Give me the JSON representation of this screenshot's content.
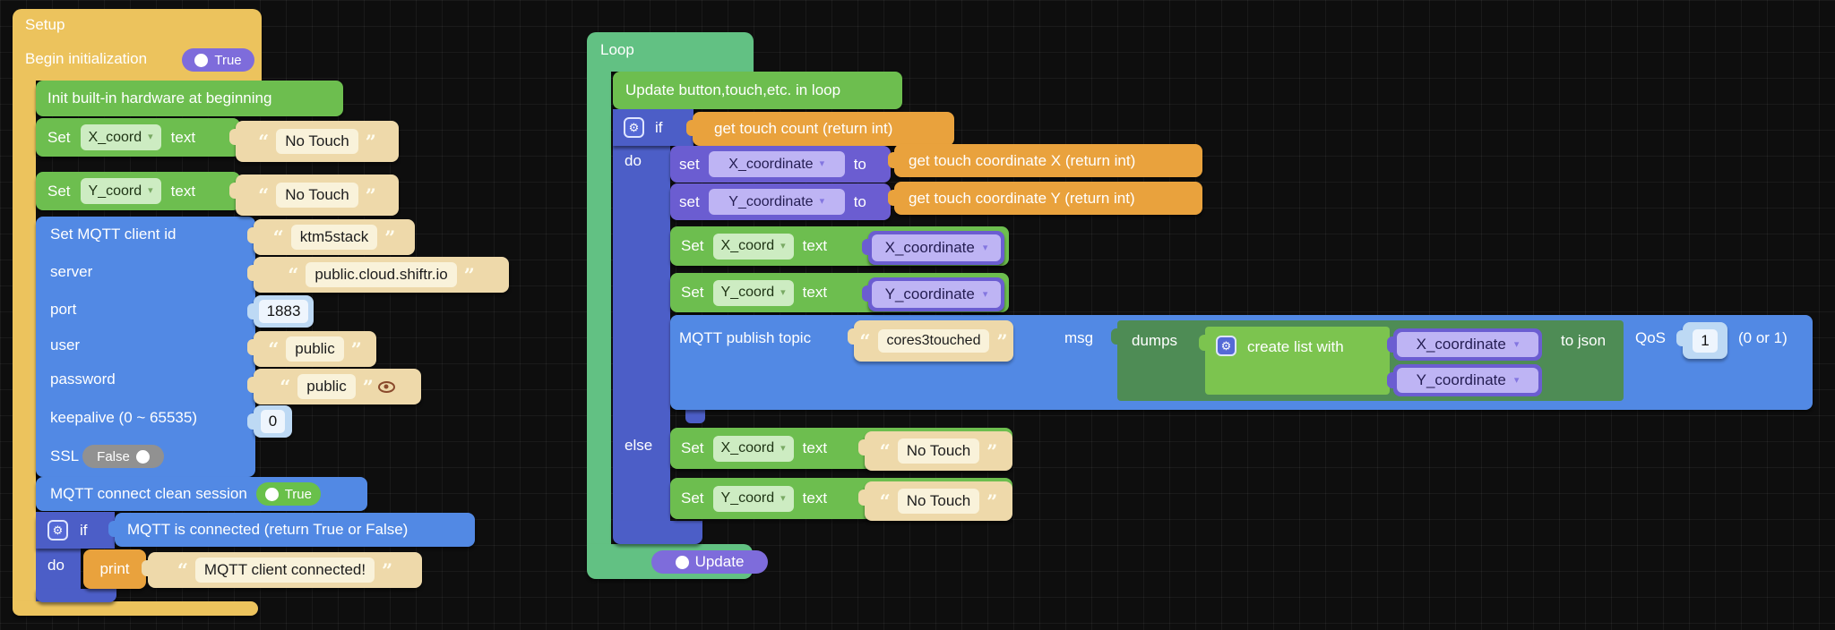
{
  "colors": {
    "yellow": "#ecc35d",
    "green": "#6dbe4f",
    "mint": "#62c183",
    "blue": "#5289e4",
    "indigo": "#4c5ec7",
    "purple": "#6b5dd1",
    "purple-light": "#beb4f4",
    "orange": "#e9a23d",
    "tan": "#eed9aa",
    "tan-light": "#f9f2da",
    "dark-green": "#4e8c55",
    "lime": "#7cc44f",
    "num-blue": "#bdd9f4",
    "num-light": "#eef5fd",
    "green-field": "#cdecc2",
    "toggle-purple": "#7e6cdb",
    "toggle-green": "#69c04a",
    "toggle-gray": "#919191",
    "eye": "#8a4a2c"
  },
  "icons": {
    "gear": "⚙",
    "dropdown": "▾",
    "quote_open": "“",
    "quote_close": "”"
  },
  "setup": {
    "title": "Setup",
    "begin": {
      "label": "Begin initialization",
      "value": "True"
    },
    "init_hw": "Init built-in hardware at beginning",
    "set_x": {
      "set": "Set",
      "var": "X_coord",
      "text": "text",
      "value": "No Touch"
    },
    "set_y": {
      "set": "Set",
      "var": "Y_coord",
      "text": "text",
      "value": "No Touch"
    },
    "mqtt": {
      "rows": [
        {
          "label": "Set MQTT client id",
          "value": "ktm5stack"
        },
        {
          "label": "server",
          "value": "public.cloud.shiftr.io"
        },
        {
          "label": "port",
          "value": "1883"
        },
        {
          "label": "user",
          "value": "public"
        },
        {
          "label": "password",
          "value": "public"
        },
        {
          "label": "keepalive (0 ~ 65535)",
          "value": "0"
        },
        {
          "label": "SSL",
          "value": "False"
        }
      ]
    },
    "clean_session": {
      "label": "MQTT connect clean session",
      "value": "True"
    },
    "if_row": {
      "if": "if",
      "condition": "MQTT is connected (return True or False)"
    },
    "do_row": {
      "do": "do",
      "print": "print",
      "message": "MQTT client connected!"
    }
  },
  "loop": {
    "title": "Loop",
    "update_row": "Update button,touch,etc. in loop",
    "if_row": {
      "if": "if",
      "condition": "get touch count (return int)"
    },
    "do_label": "do",
    "set_x": {
      "set": "set",
      "var": "X_coordinate",
      "to": "to",
      "value": "get touch coordinate X (return int)"
    },
    "set_y": {
      "set": "set",
      "var": "Y_coordinate",
      "to": "to",
      "value": "get touch coordinate Y (return int)"
    },
    "label_x": {
      "set": "Set",
      "var": "X_coord",
      "text": "text",
      "value": "X_coordinate"
    },
    "label_y": {
      "set": "Set",
      "var": "Y_coord",
      "text": "text",
      "value": "Y_coordinate"
    },
    "publish": {
      "label": "MQTT publish topic",
      "topic": "cores3touched",
      "msg": "msg",
      "dumps": "dumps",
      "create_list": "create list with",
      "items": [
        "X_coordinate",
        "Y_coordinate"
      ],
      "to_json": "to json",
      "qos": "QoS",
      "qos_value": "1",
      "qos_hint": "(0 or 1)"
    },
    "else_label": "else",
    "else_x": {
      "set": "Set",
      "var": "X_coord",
      "text": "text",
      "value": "No Touch"
    },
    "else_y": {
      "set": "Set",
      "var": "Y_coord",
      "text": "text",
      "value": "No Touch"
    },
    "update_pill": "Update"
  }
}
